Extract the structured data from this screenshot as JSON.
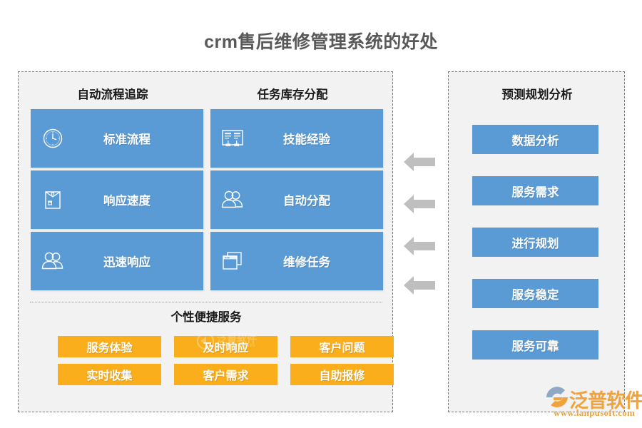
{
  "title": "crm售后维修管理系统的好处",
  "colors": {
    "blue": "#5B9BD5",
    "orange": "#FAAE1B",
    "panel_bg": "#F2F2F2",
    "arrow_gray": "#BFBFBF",
    "title_gray": "#595959"
  },
  "left_panel": {
    "headers": {
      "auto_flow": "自动流程追踪",
      "task_stock": "任务库存分配",
      "service": "个性便捷服务"
    },
    "tiles": [
      {
        "icon": "clock-icon",
        "label": "标准流程",
        "column": "a",
        "row": 1
      },
      {
        "icon": "certificate-icon",
        "label": "技能经验",
        "column": "b",
        "row": 1
      },
      {
        "icon": "envelope-icon",
        "label": "响应速度",
        "column": "a",
        "row": 2
      },
      {
        "icon": "users-icon",
        "label": "自动分配",
        "column": "b",
        "row": 2
      },
      {
        "icon": "users-icon",
        "label": "迅速响应",
        "column": "a",
        "row": 3
      },
      {
        "icon": "windows-icon",
        "label": "维修任务",
        "column": "b",
        "row": 3
      }
    ],
    "chips": [
      {
        "label": "服务体验",
        "col": 0,
        "row": 0
      },
      {
        "label": "及时响应",
        "col": 1,
        "row": 0
      },
      {
        "label": "客户问题",
        "col": 2,
        "row": 0
      },
      {
        "label": "实时收集",
        "col": 0,
        "row": 1
      },
      {
        "label": "客户需求",
        "col": 1,
        "row": 1
      },
      {
        "label": "自助报修",
        "col": 2,
        "row": 1
      }
    ]
  },
  "right_panel": {
    "header": "预测规划分析",
    "bars": [
      {
        "label": "数据分析"
      },
      {
        "label": "服务需求"
      },
      {
        "label": "进行规划"
      },
      {
        "label": "服务稳定"
      },
      {
        "label": "服务可靠"
      }
    ]
  },
  "arrows": {
    "count": 4,
    "direction": "left",
    "icon": "arrow-left-icon"
  },
  "watermark": {
    "center_text": "泛普软件",
    "center_sub": "FANPU SOFTWARE"
  },
  "brand": {
    "name": "泛普软件",
    "url": "www.lanpusoft.com",
    "logo_icon": "fanpu-logo-icon"
  }
}
